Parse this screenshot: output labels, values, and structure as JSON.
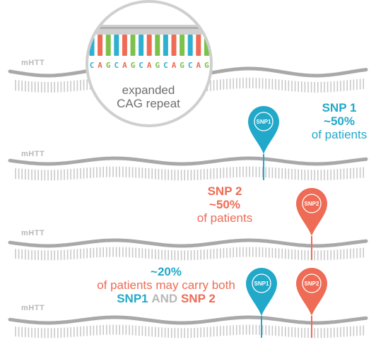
{
  "colors": {
    "snp1": "#22a9c9",
    "snp2": "#ee6b55",
    "strand": "#a9a9a9",
    "ticks": "#c9c9c9",
    "circle_border": "#cfcfcf",
    "dark_text": "#707070"
  },
  "gene_label": "mHTT",
  "zoom": {
    "sequence": "CAGCAGCAGCAGCAG",
    "caption_line1": "expanded",
    "caption_line2": "CAG repeat"
  },
  "pins": {
    "snp1_label": "SNP1",
    "snp2_label": "SNP2"
  },
  "snp1_info": {
    "title": "SNP 1",
    "percent": "~50%",
    "subtitle": "of patients"
  },
  "snp2_info": {
    "title": "SNP 2",
    "percent": "~50%",
    "subtitle": "of patients"
  },
  "both_info": {
    "percent": "~20%",
    "line2": "of patients may carry both",
    "snp1": "SNP1",
    "and": "AND",
    "snp2": "SNP 2"
  }
}
